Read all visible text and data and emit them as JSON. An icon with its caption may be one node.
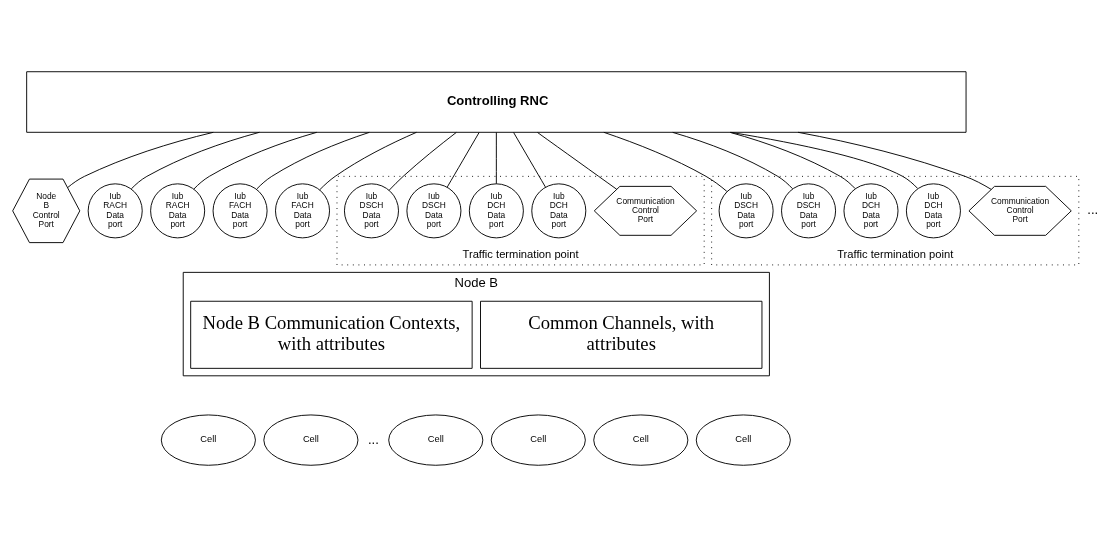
{
  "diagram": {
    "nodes": [
      {
        "text": [
          "Controlling RNC"
        ]
      },
      {
        "text": [
          "Node B Control Port"
        ]
      },
      {
        "text": [
          "Iub RACH Data port"
        ]
      },
      {
        "text": [
          "Iub RACH Data port"
        ]
      },
      {
        "text": [
          "Iub FACH Data port"
        ]
      },
      {
        "text": [
          "Iub FACH Data port"
        ]
      },
      {
        "text": [
          "Traffic termination point"
        ]
      },
      {
        "text": [
          "Iub DSCH Data port"
        ],
        "in": 6
      },
      {
        "text": [
          "Iub DSCH Data port"
        ],
        "in": 6
      },
      {
        "text": [
          "Iub DCH Data port"
        ],
        "in": 6
      },
      {
        "text": [
          "Iub DCH Data port"
        ],
        "in": 6
      },
      {
        "text": [
          "Communication Control Port"
        ],
        "in": 6
      },
      {
        "text": [
          "Traffic termination point"
        ]
      },
      {
        "text": [
          "Iub DSCH Data port"
        ],
        "in": 12
      },
      {
        "text": [
          "Iub DSCH Data port"
        ],
        "in": 12
      },
      {
        "text": [
          "Iub DCH Data port"
        ],
        "in": 12
      },
      {
        "text": [
          "Iub DCH Data port"
        ],
        "in": 12
      },
      {
        "text": [
          "Communication Control Port"
        ],
        "in": 12
      },
      {
        "text": [
          "Node B"
        ]
      },
      {
        "text": [
          "Node B Communication Contexts, with attributes"
        ],
        "in": 18
      },
      {
        "text": [
          "Common Channels, with attributes"
        ],
        "in": 18
      },
      {
        "text": [
          "Cell"
        ]
      },
      {
        "text": [
          "Cell"
        ]
      },
      {
        "text": [
          "Cell"
        ]
      },
      {
        "text": [
          "Cell"
        ]
      },
      {
        "text": [
          "Cell"
        ]
      },
      {
        "text": [
          "Cell"
        ]
      }
    ],
    "edges": [
      {
        "from": 0,
        "to": 1,
        "arrow": "none"
      },
      {
        "from": 0,
        "to": 2,
        "arrow": "none"
      },
      {
        "from": 0,
        "to": 3,
        "arrow": "none"
      },
      {
        "from": 0,
        "to": 4,
        "arrow": "none"
      },
      {
        "from": 0,
        "to": 5,
        "arrow": "none"
      },
      {
        "from": 0,
        "to": 7,
        "arrow": "none"
      },
      {
        "from": 0,
        "to": 8,
        "arrow": "none"
      },
      {
        "from": 0,
        "to": 9,
        "arrow": "none"
      },
      {
        "from": 0,
        "to": 10,
        "arrow": "none"
      },
      {
        "from": 0,
        "to": 11,
        "arrow": "none"
      },
      {
        "from": 0,
        "to": 13,
        "arrow": "none"
      },
      {
        "from": 0,
        "to": 14,
        "arrow": "none"
      },
      {
        "from": 0,
        "to": 15,
        "arrow": "none"
      },
      {
        "from": 0,
        "to": 16,
        "arrow": "none"
      },
      {
        "from": 0,
        "to": 17,
        "arrow": "none"
      }
    ],
    "labels": [
      "...",
      "..."
    ]
  }
}
